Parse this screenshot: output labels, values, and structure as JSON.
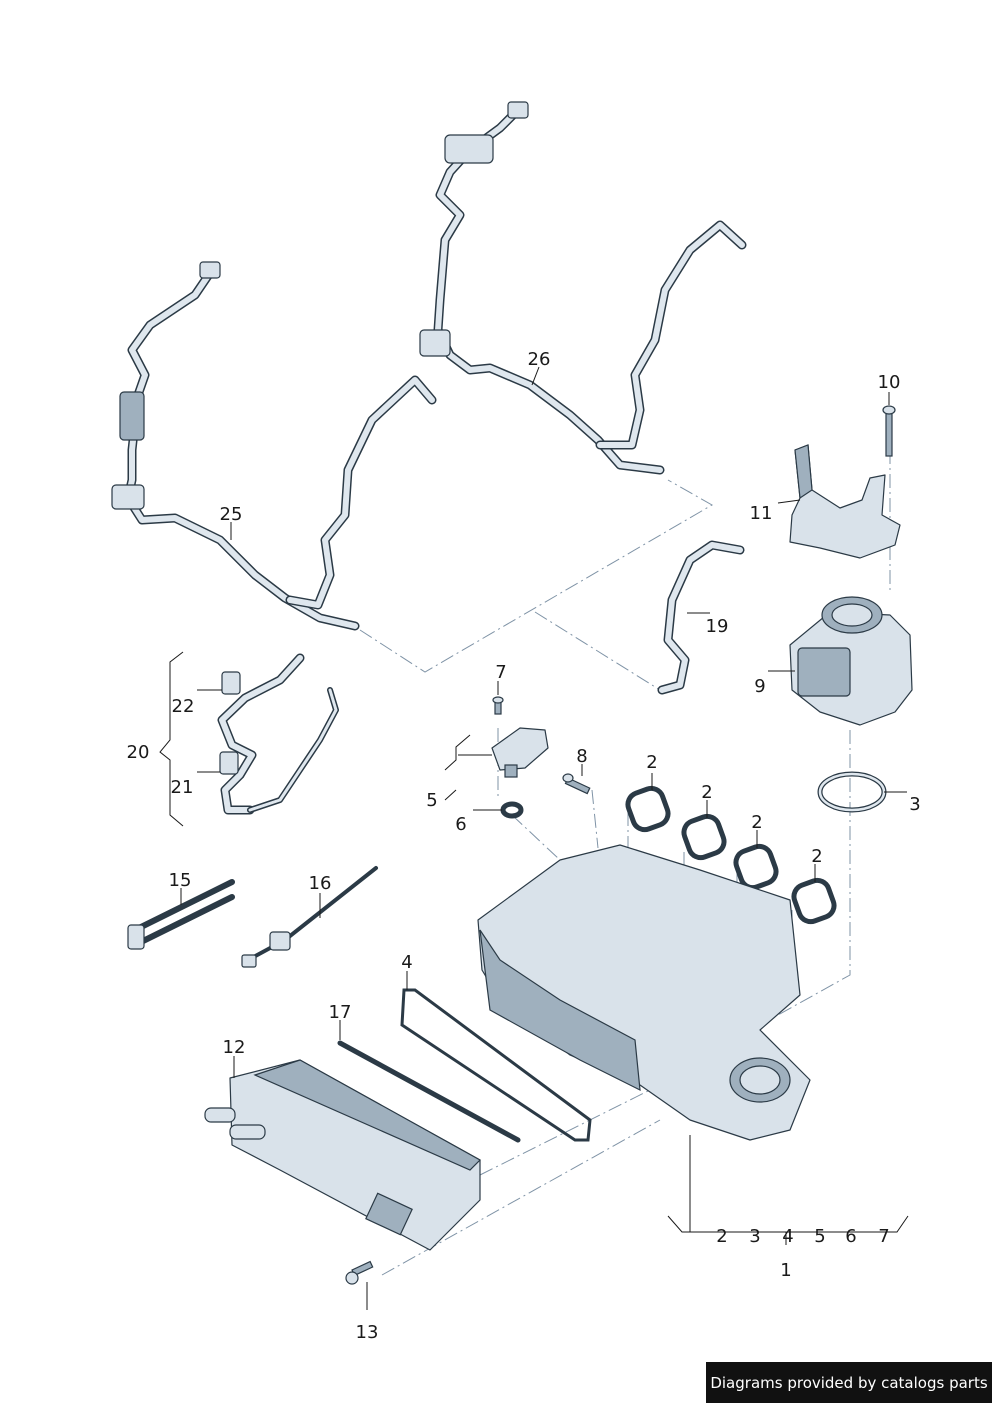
{
  "callouts": {
    "c1": "1",
    "c2a": "2",
    "c2b": "2",
    "c2c": "2",
    "c2d": "2",
    "c3": "3",
    "c4": "4",
    "c5": "5",
    "c6": "6",
    "c7": "7",
    "c8": "8",
    "c9": "9",
    "c10": "10",
    "c11": "11",
    "c12": "12",
    "c13": "13",
    "c15": "15",
    "c16": "16",
    "c17": "17",
    "c19": "19",
    "c20": "20",
    "c21": "21",
    "c22": "22",
    "c25": "25",
    "c26": "26"
  },
  "sub_callouts": {
    "s2": "2",
    "s3": "3",
    "s4": "4",
    "s5": "5",
    "s6": "6",
    "s7": "7"
  },
  "footer": {
    "text": "Diagrams provided by catalogs parts"
  }
}
